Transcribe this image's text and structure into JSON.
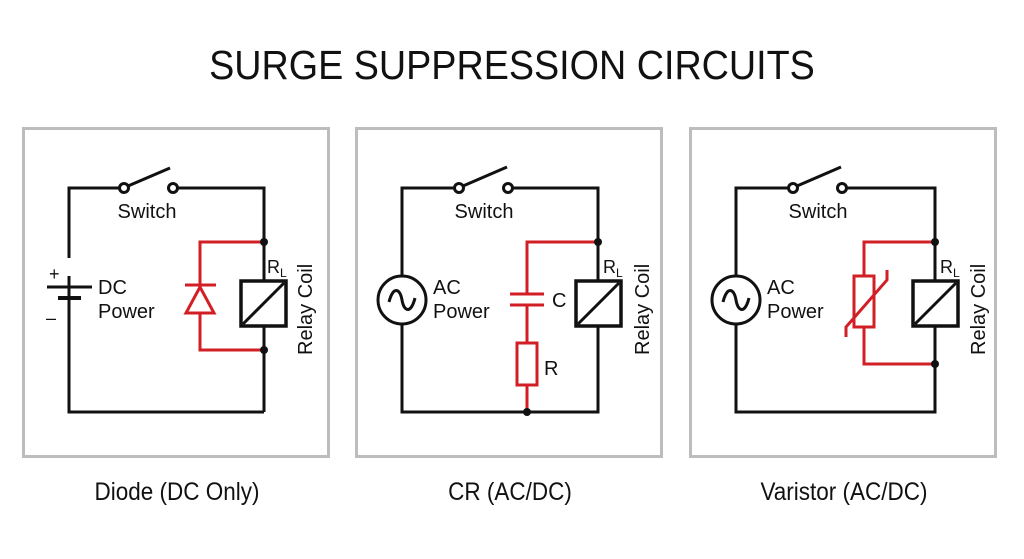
{
  "title": "SURGE SUPPRESSION CIRCUITS",
  "colors": {
    "wire": "#111111",
    "suppressor": "#d21f26",
    "panel_border": "#bdbdbd"
  },
  "panels": [
    {
      "caption": "Diode (DC Only)",
      "switch_label": "Switch",
      "source_type": "dc-battery",
      "source_label_1": "DC",
      "source_label_2": "Power",
      "plus": "+",
      "minus": "–",
      "suppressor": "diode",
      "rl_label": "R",
      "rl_sub": "L",
      "coil_label": "Relay Coil"
    },
    {
      "caption": "CR (AC/DC)",
      "switch_label": "Switch",
      "source_type": "ac-source",
      "source_label_1": "AC",
      "source_label_2": "Power",
      "suppressor": "capacitor-resistor",
      "cap_label": "C",
      "res_label": "R",
      "rl_label": "R",
      "rl_sub": "L",
      "coil_label": "Relay Coil"
    },
    {
      "caption": "Varistor (AC/DC)",
      "switch_label": "Switch",
      "source_type": "ac-source",
      "source_label_1": "AC",
      "source_label_2": "Power",
      "suppressor": "varistor",
      "rl_label": "R",
      "rl_sub": "L",
      "coil_label": "Relay Coil"
    }
  ]
}
